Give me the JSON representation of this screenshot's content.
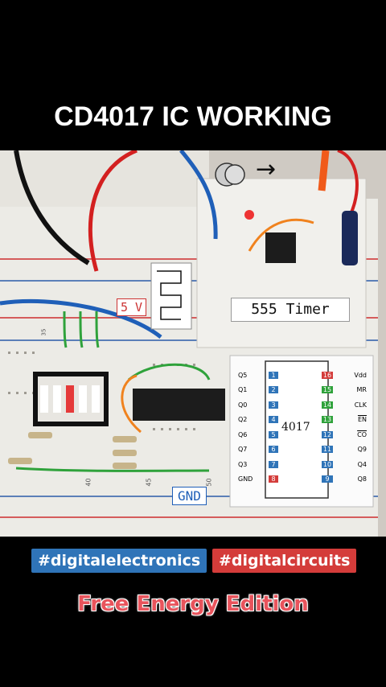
{
  "title": "CD4017 IC WORKING",
  "hashtags": [
    "#digitalelectronics",
    "#digitalcircuits"
  ],
  "edition": "Free Energy Edition",
  "photo": {
    "timer_label": "555 Timer",
    "voltage_label": "5 V",
    "ground_label": "GND",
    "arrow": "→",
    "ic_diagram": {
      "chip_name": "4017",
      "left_pins": [
        "Q5",
        "Q1",
        "Q0",
        "Q2",
        "Q6",
        "Q7",
        "Q3",
        "GND"
      ],
      "left_numbers": [
        "1",
        "2",
        "3",
        "4",
        "5",
        "6",
        "7",
        "8"
      ],
      "right_pins": [
        "Vdd",
        "MR",
        "CLK",
        "EN",
        "CO",
        "Q9",
        "Q4",
        "Q8"
      ],
      "right_numbers": [
        "16",
        "15",
        "14",
        "13",
        "12",
        "11",
        "10",
        "9"
      ]
    },
    "breadboard_numbers": [
      "35",
      "40",
      "45",
      "50"
    ]
  }
}
